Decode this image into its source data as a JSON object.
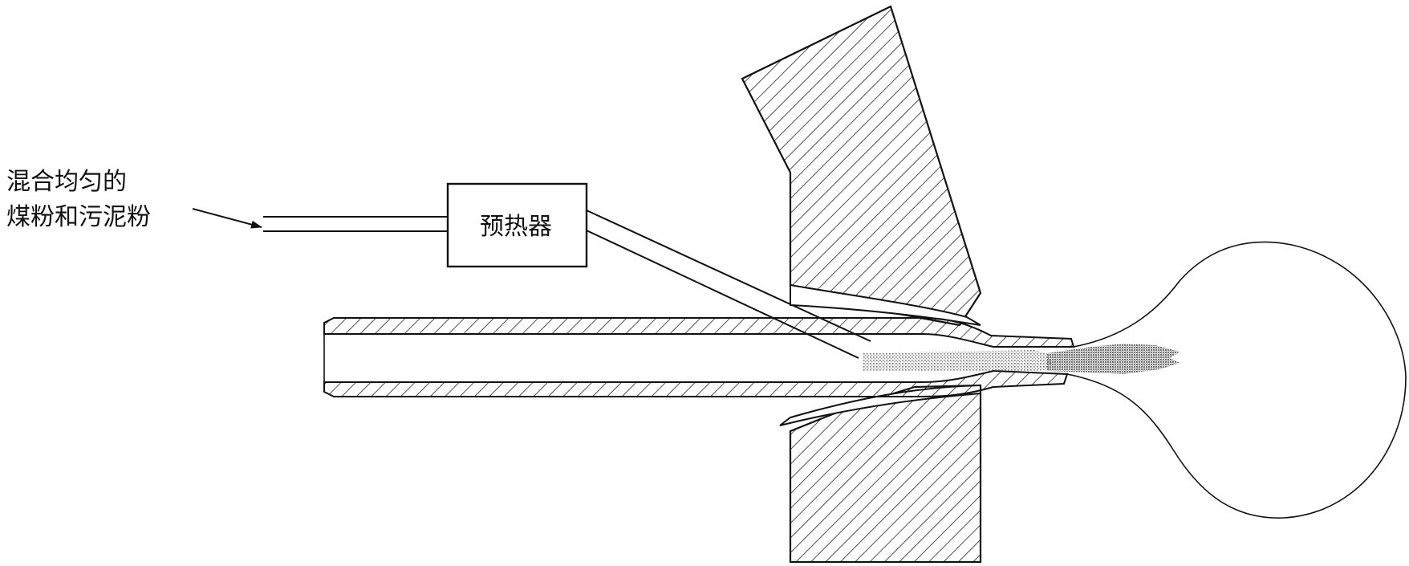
{
  "labels": {
    "feed_line1": "混合均匀的",
    "feed_line2": "煤粉和污泥粉",
    "preheater": "预热器"
  },
  "colors": {
    "line": "#111111",
    "hatch": "#222222",
    "particles": "#6a6a6a",
    "background": "#ffffff"
  }
}
